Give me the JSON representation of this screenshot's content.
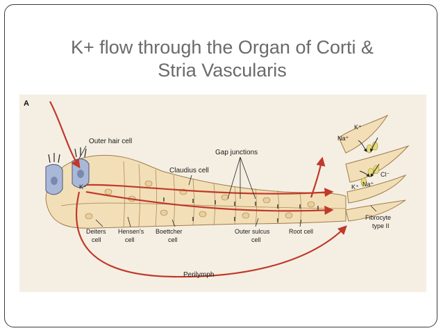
{
  "slide": {
    "title_line1": "K+ flow through the Organ of Corti &",
    "title_line2": "Stria Vascularis"
  },
  "diagram": {
    "panel_letter": "A",
    "labels": {
      "outer_hair_cell": "Outer hair cell",
      "gap_junctions": "Gap junctions",
      "claudius_cell": "Claudius cell",
      "deiters_cell_1": "Deiters",
      "deiters_cell_2": "cell",
      "hensens_cell_1": "Hensen's",
      "hensens_cell_2": "cell",
      "boettcher_cell_1": "Boettcher",
      "boettcher_cell_2": "cell",
      "outer_sulcus_cell_1": "Outer sulcus",
      "outer_sulcus_cell_2": "cell",
      "root_cell": "Root cell",
      "fibrocyte_1": "Fibrocyte",
      "fibrocyte_2": "type II",
      "perilymph": "Perilymph",
      "k_plus": "K⁺",
      "na_plus": "Na⁺",
      "k_plus_top": "K⁺",
      "cl_minus": "Cl⁻",
      "k_plus_bottom": "K⁺",
      "na_plus_bottom": "Na⁺"
    },
    "colors": {
      "background": "#f5efe3",
      "cell_fill": "#f2dfb8",
      "cell_stroke": "#a07a48",
      "hair_cell": "#aab8d8",
      "flow_arrow": "#c0392b",
      "channel": "#e8dc7a"
    }
  }
}
